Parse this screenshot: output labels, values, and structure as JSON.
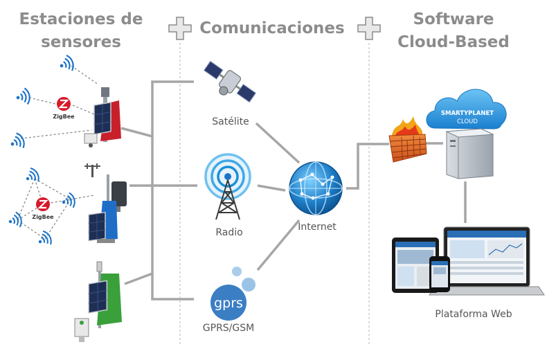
{
  "headers": {
    "sensors": [
      "Estaciones de",
      "sensores"
    ],
    "communications": "Comunicaciones",
    "software": [
      "Software",
      "Cloud-Based"
    ]
  },
  "labels": {
    "satellite": "Satélite",
    "radio": "Radio",
    "internet": "Internet",
    "gprs": "GPRS/GSM",
    "web": "Plataforma Web"
  },
  "logos": {
    "zigbee": "ZigBee",
    "cloud_brand": "SMARTYPLANET",
    "cloud_sub": "CLOUD",
    "gprs": "gprs"
  },
  "colors": {
    "header_gray": "#8c8c8c",
    "connector_gray": "#a6a6a6",
    "wifi_blue": "#1a73c9",
    "zigbee_red": "#d8182a",
    "cloud_blue": "#1e90d8",
    "station_red": "#c8202a",
    "station_blue": "#1e6ec8",
    "station_green": "#3aa03a"
  },
  "icons": [
    "plus-icon",
    "wifi-icon",
    "zigbee-logo",
    "satellite-icon",
    "radio-tower-icon",
    "globe-icon",
    "gprs-logo",
    "firewall-icon",
    "cloud-icon",
    "server-icon",
    "laptop-icon",
    "tablet-icon",
    "phone-icon"
  ]
}
